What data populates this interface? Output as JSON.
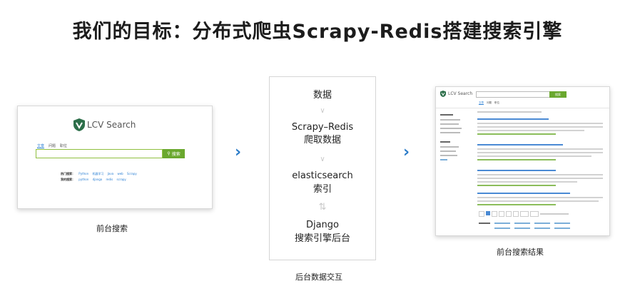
{
  "title": "我们的目标：分布式爬虫Scrapy-Redis搭建搜索引擎",
  "left": {
    "logo_text": "LCV Search",
    "tabs": [
      "文章",
      "问题",
      "职位"
    ],
    "search_button": "搜索",
    "hot_label": "热门搜索：",
    "hot_links": [
      "Python",
      "机器学习",
      "Java",
      "web",
      "Scrapy"
    ],
    "my_label": "我的搜索：",
    "my_links": [
      "python",
      "django",
      "redis",
      "scrapy"
    ],
    "caption": "前台搜索"
  },
  "middle": {
    "nodes": [
      "数据",
      "Scrapy–Redis",
      "爬取数据",
      "elasticsearch",
      "索引",
      "Django",
      "搜索引擎后台"
    ],
    "caption": "后台数据交互"
  },
  "right": {
    "logo_text": "LCV Search",
    "search_button": "搜索",
    "tabs": [
      "文章",
      "问题",
      "职位"
    ],
    "caption": "前台搜索结果"
  },
  "colors": {
    "accent_green": "#6aa82e",
    "link_blue": "#2a7fd4",
    "chevron_blue": "#2a7bc8"
  }
}
